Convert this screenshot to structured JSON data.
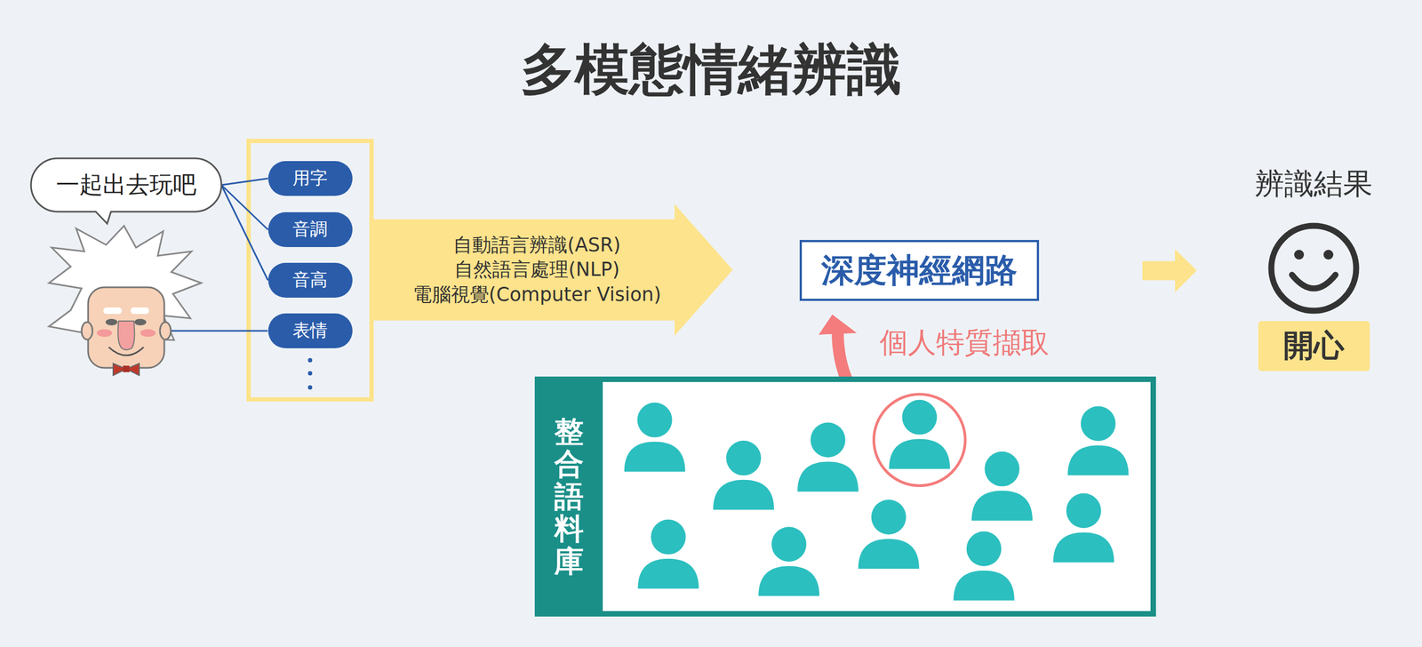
{
  "diagram": {
    "title": "多模態情緒辨識",
    "nodes": [
      {
        "text": [
          "一起出去玩吧"
        ]
      },
      {
        "text": [
          "用字"
        ]
      },
      {
        "text": [
          "音調"
        ]
      },
      {
        "text": [
          "音高"
        ]
      },
      {
        "text": [
          "表情"
        ]
      },
      {
        "text": [
          "自動語言辨識(ASR)",
          "自然語言處理(NLP)",
          "電腦視覺(Computer Vision)"
        ]
      },
      {
        "text": [
          "深度神經網路"
        ]
      },
      {
        "text": [
          "整合語料庫"
        ]
      },
      {
        "text": [
          "開心"
        ]
      }
    ],
    "edges": [
      {
        "from": 0,
        "to": 1,
        "arrow": "none"
      },
      {
        "from": 0,
        "to": 2,
        "arrow": "none"
      },
      {
        "from": 0,
        "to": 3,
        "arrow": "none"
      }
    ],
    "labels": [
      "個人特質擷取",
      "辨識結果"
    ]
  }
}
